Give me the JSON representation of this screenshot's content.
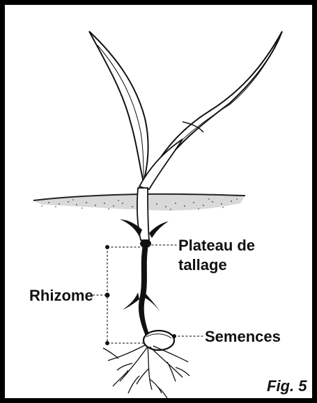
{
  "figure": {
    "labels": {
      "plateau_line1": "Plateau de",
      "plateau_line2": "tallage",
      "rhizome": "Rhizome",
      "semences": "Semences"
    },
    "caption": "Fig. 5"
  },
  "colors": {
    "ink": "#111111",
    "border": "#000000",
    "background": "#ffffff"
  }
}
